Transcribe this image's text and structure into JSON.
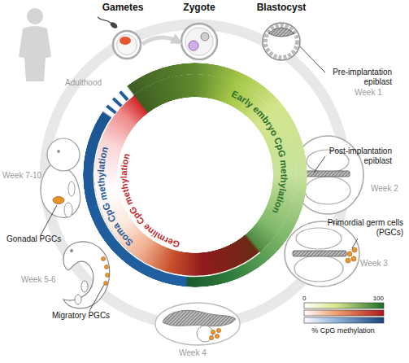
{
  "diagram": {
    "nodes": [
      {
        "text": [
          "Gametes"
        ]
      },
      {
        "text": [
          "Zygote"
        ]
      },
      {
        "text": [
          "Blastocyst"
        ]
      }
    ],
    "edges": [
      {
        "from": 0,
        "to": 1,
        "arrow": "to"
      }
    ],
    "labels": [
      "Pre-implantation epiblast",
      "Week 1",
      "Post-implantation epiblast",
      "Week 2",
      "Primordial germ cells (PGCs)",
      "Week 3",
      "Week 4",
      "Migratory PGCs",
      "Week 5-6",
      "Gonadal PGCs",
      "Week 7-10",
      "Adulthood",
      "Early embryo CpG methylation",
      "Germline CpG methylation",
      "Soma CpG methylation",
      "0",
      "100",
      "% CpG methylation"
    ]
  }
}
